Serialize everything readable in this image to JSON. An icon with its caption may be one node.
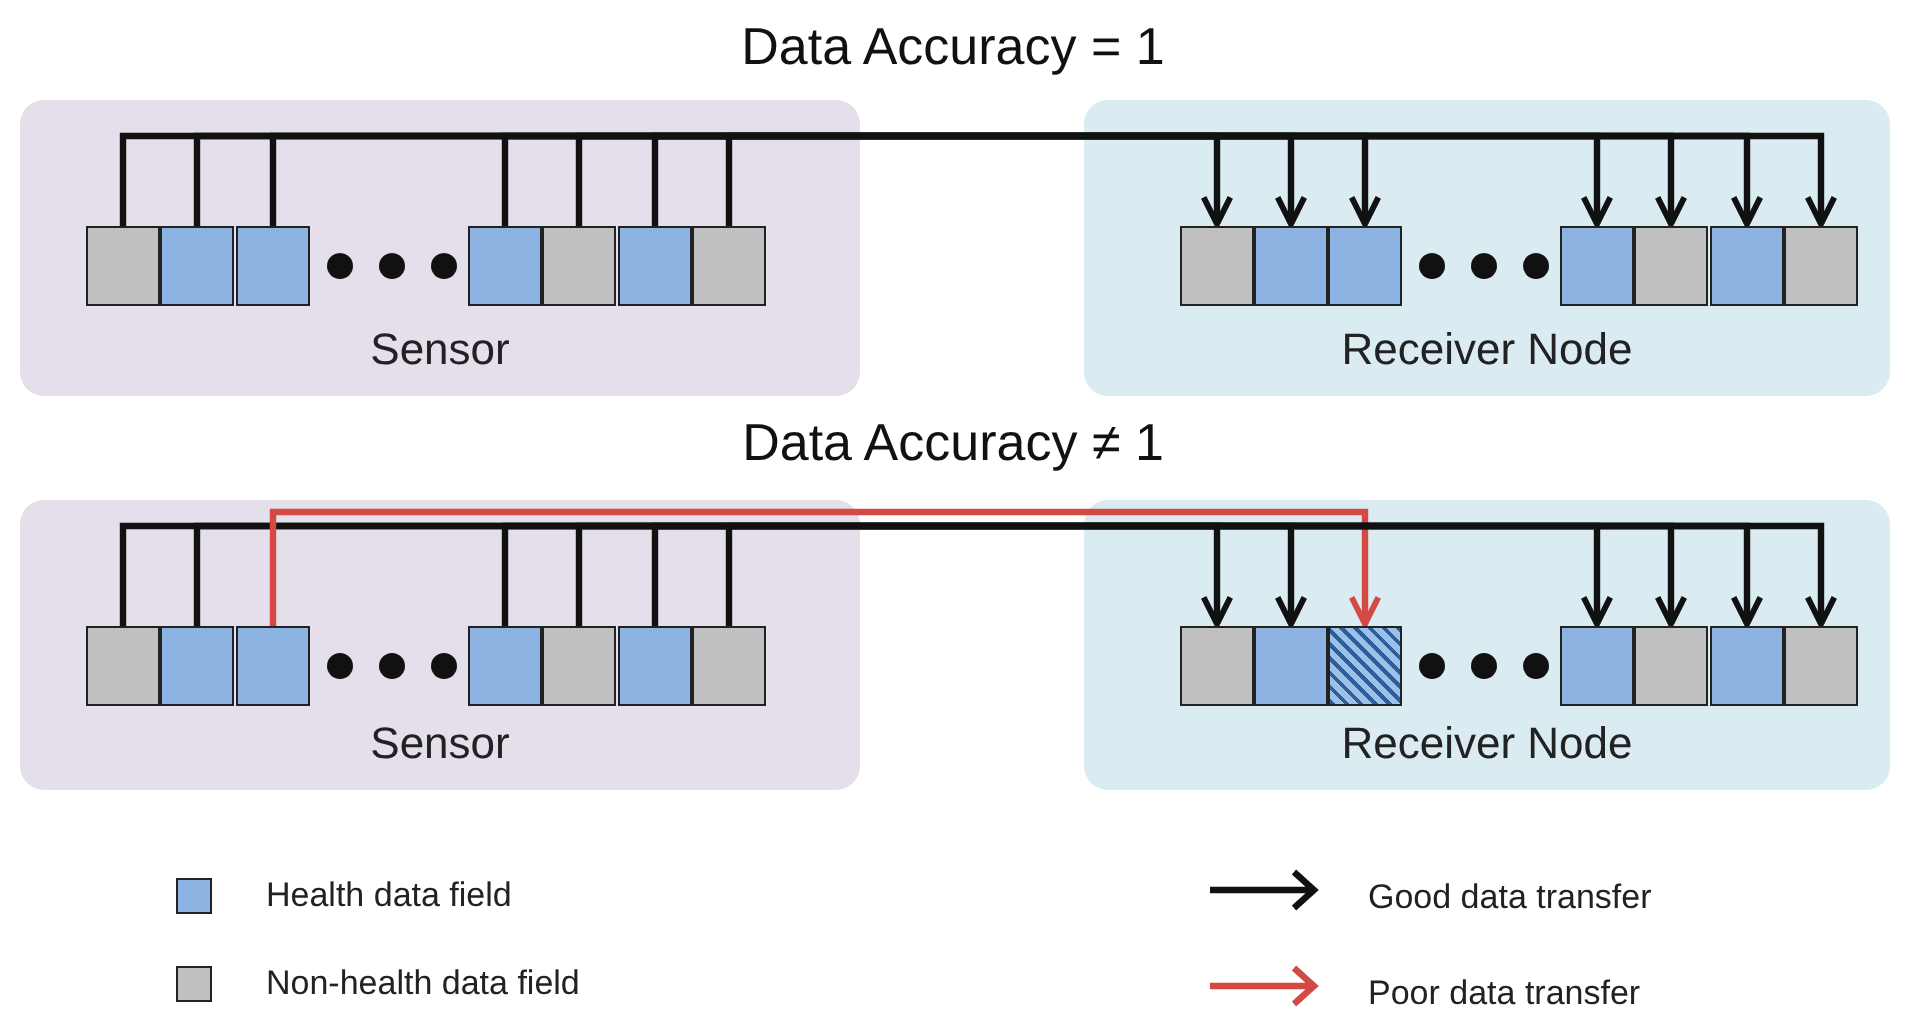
{
  "diagram": {
    "nodes": [
      {
        "text": [
          "Sensor"
        ]
      },
      {
        "text": [],
        "shape": "box",
        "in": 0
      },
      {
        "text": [],
        "shape": "box",
        "in": 0
      },
      {
        "text": [],
        "shape": "box",
        "in": 0
      },
      {
        "text": [],
        "shape": "box",
        "in": 0
      },
      {
        "text": [],
        "shape": "box",
        "in": 0
      },
      {
        "text": [],
        "shape": "box",
        "in": 0
      },
      {
        "text": [],
        "shape": "box",
        "in": 0
      },
      {
        "text": [
          "Receiver Node"
        ]
      },
      {
        "text": [],
        "shape": "box",
        "in": 8
      },
      {
        "text": [],
        "shape": "box",
        "in": 8
      },
      {
        "text": [],
        "shape": "box",
        "in": 8
      },
      {
        "text": [],
        "shape": "box",
        "in": 8
      },
      {
        "text": [],
        "shape": "box",
        "in": 8
      },
      {
        "text": [],
        "shape": "box",
        "in": 8
      },
      {
        "text": [],
        "shape": "box",
        "in": 8
      },
      {
        "text": [
          "Sensor"
        ]
      },
      {
        "text": [],
        "shape": "box",
        "in": 16
      },
      {
        "text": [],
        "shape": "box",
        "in": 16
      },
      {
        "text": [],
        "shape": "box",
        "in": 16
      },
      {
        "text": [],
        "shape": "box",
        "in": 16
      },
      {
        "text": [],
        "shape": "box",
        "in": 16
      },
      {
        "text": [],
        "shape": "box",
        "in": 16
      },
      {
        "text": [],
        "shape": "box",
        "in": 16
      },
      {
        "text": [
          "Receiver Node"
        ]
      },
      {
        "text": [],
        "shape": "box",
        "in": 24
      },
      {
        "text": [],
        "shape": "box",
        "in": 24
      },
      {
        "text": [],
        "shape": "box",
        "in": 24
      },
      {
        "text": [],
        "shape": "box",
        "in": 24
      },
      {
        "text": [],
        "shape": "box",
        "in": 24
      },
      {
        "text": [],
        "shape": "box",
        "in": 24
      },
      {
        "text": [],
        "shape": "box",
        "in": 24
      }
    ],
    "edges": [
      {
        "from": 1,
        "to": 9,
        "arrow": "to"
      },
      {
        "from": 2,
        "to": 10,
        "arrow": "to"
      },
      {
        "from": 3,
        "to": 11,
        "arrow": "to"
      },
      {
        "from": 4,
        "to": 12,
        "arrow": "to"
      },
      {
        "from": 5,
        "to": 13,
        "arrow": "to"
      },
      {
        "from": 6,
        "to": 14,
        "arrow": "to"
      },
      {
        "from": 7,
        "to": 15,
        "arrow": "to"
      },
      {
        "from": 17,
        "to": 25,
        "arrow": "to"
      },
      {
        "from": 18,
        "to": 26,
        "arrow": "to"
      },
      {
        "from": 19,
        "to": 27,
        "arrow": "to",
        "color": "#d24a43"
      },
      {
        "from": 20,
        "to": 28,
        "arrow": "to"
      },
      {
        "from": 21,
        "to": 29,
        "arrow": "to"
      },
      {
        "from": 22,
        "to": 30,
        "arrow": "to"
      },
      {
        "from": 23,
        "to": 31,
        "arrow": "to"
      }
    ],
    "labels": [
      "Data Accuracy = 1",
      "Data Accuracy ≠ 1"
    ],
    "legend": [
      {
        "text": "Health data field",
        "color": "#8db3e2"
      },
      {
        "text": "Non-health data field",
        "color": "#c0c0c0"
      },
      {
        "text": "Good data transfer"
      },
      {
        "text": "Poor data transfer"
      }
    ]
  }
}
